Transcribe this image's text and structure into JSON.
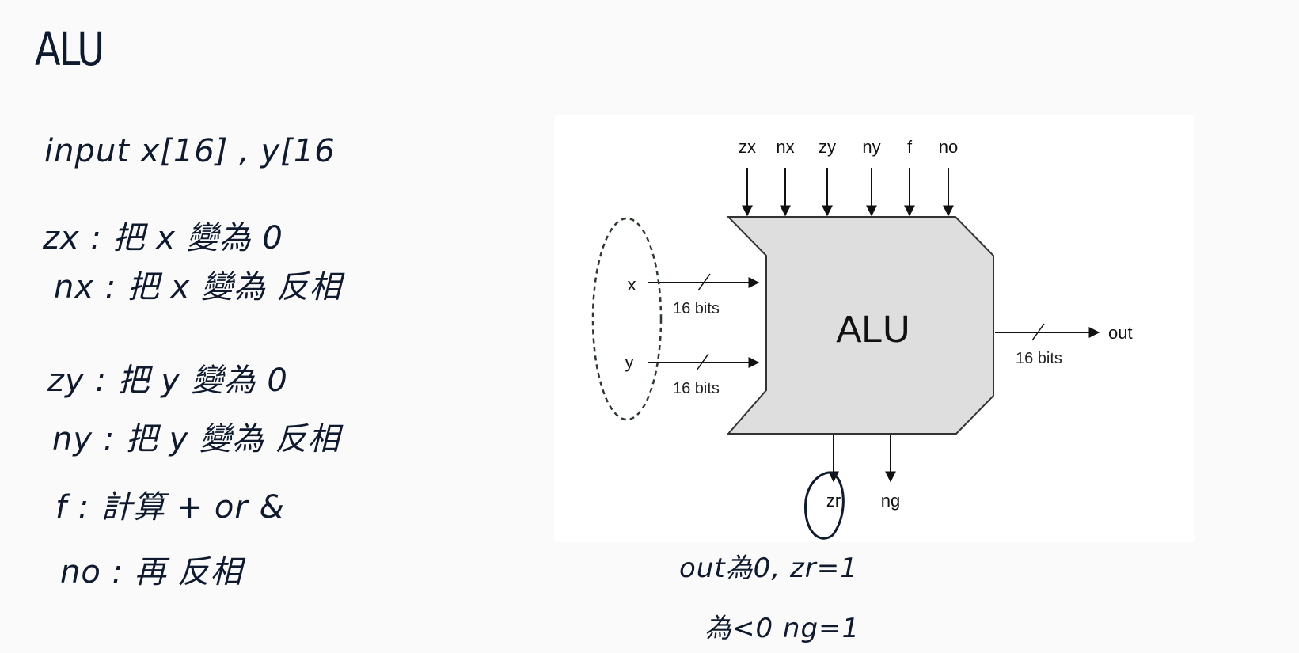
{
  "notes": {
    "title": "ALU",
    "input_line": "input   x[16] , y[16",
    "zx_line": "zx : 把 x 變為 0",
    "nx_line": "nx : 把 x 變為 反相",
    "zy_line": "zy : 把 y 變為 0",
    "ny_line": "ny : 把 y 變為 反相",
    "f_line": "f : 計算 +  or &",
    "no_line": "no : 再 反相",
    "zr_note": "out為0, zr=1",
    "ng_note": "為<0  ng=1"
  },
  "diagram": {
    "chip_label": "ALU",
    "control_inputs": [
      "zx",
      "nx",
      "zy",
      "ny",
      "f",
      "no"
    ],
    "data_inputs": [
      {
        "name": "x",
        "width": "16 bits"
      },
      {
        "name": "y",
        "width": "16 bits"
      }
    ],
    "output": {
      "name": "out",
      "width": "16 bits"
    },
    "status_outputs": [
      "zr",
      "ng"
    ],
    "chip_fill": "#dedede",
    "ink": "#111111",
    "pen_color": "#0f1a2e"
  }
}
